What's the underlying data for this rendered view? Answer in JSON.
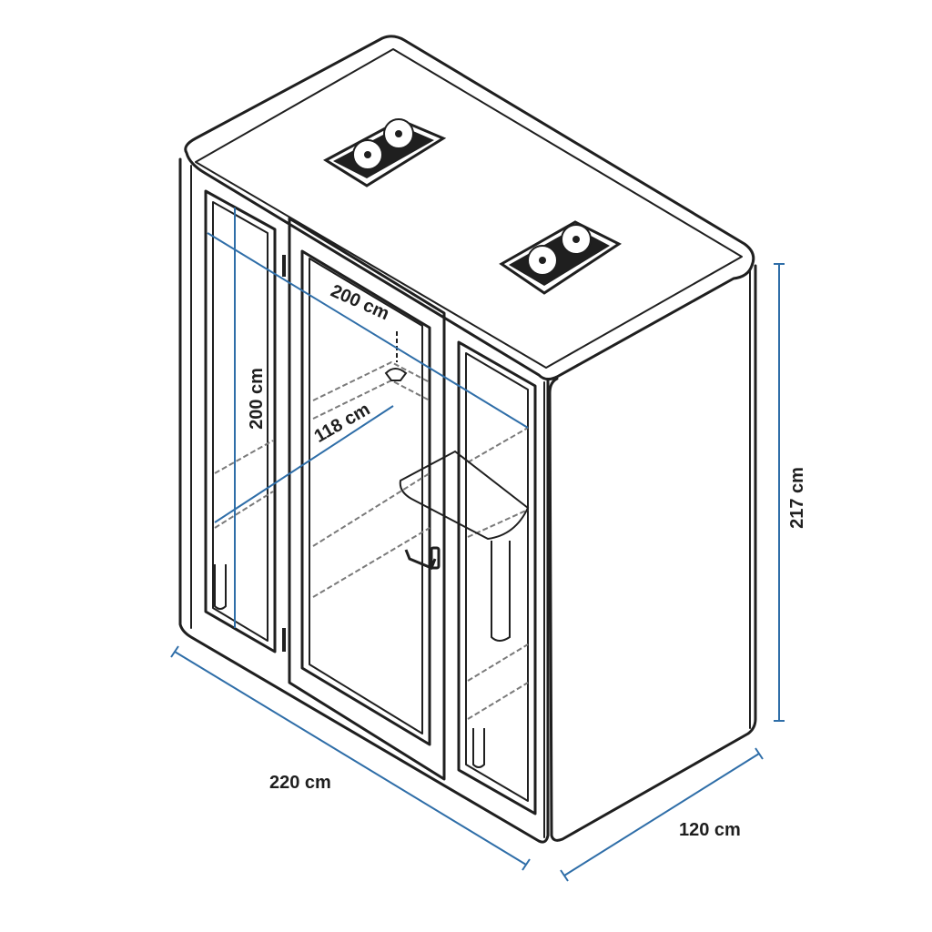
{
  "dimensions": {
    "width": "220 cm",
    "depth": "120 cm",
    "height": "217 cm",
    "interior_width": "200 cm",
    "interior_height": "200 cm",
    "interior_depth": "118 cm"
  },
  "colors": {
    "outline": "#1f1f1f",
    "dimension_line": "#2f6ea8",
    "background": "#ffffff",
    "interior": "#7a7a7a"
  }
}
